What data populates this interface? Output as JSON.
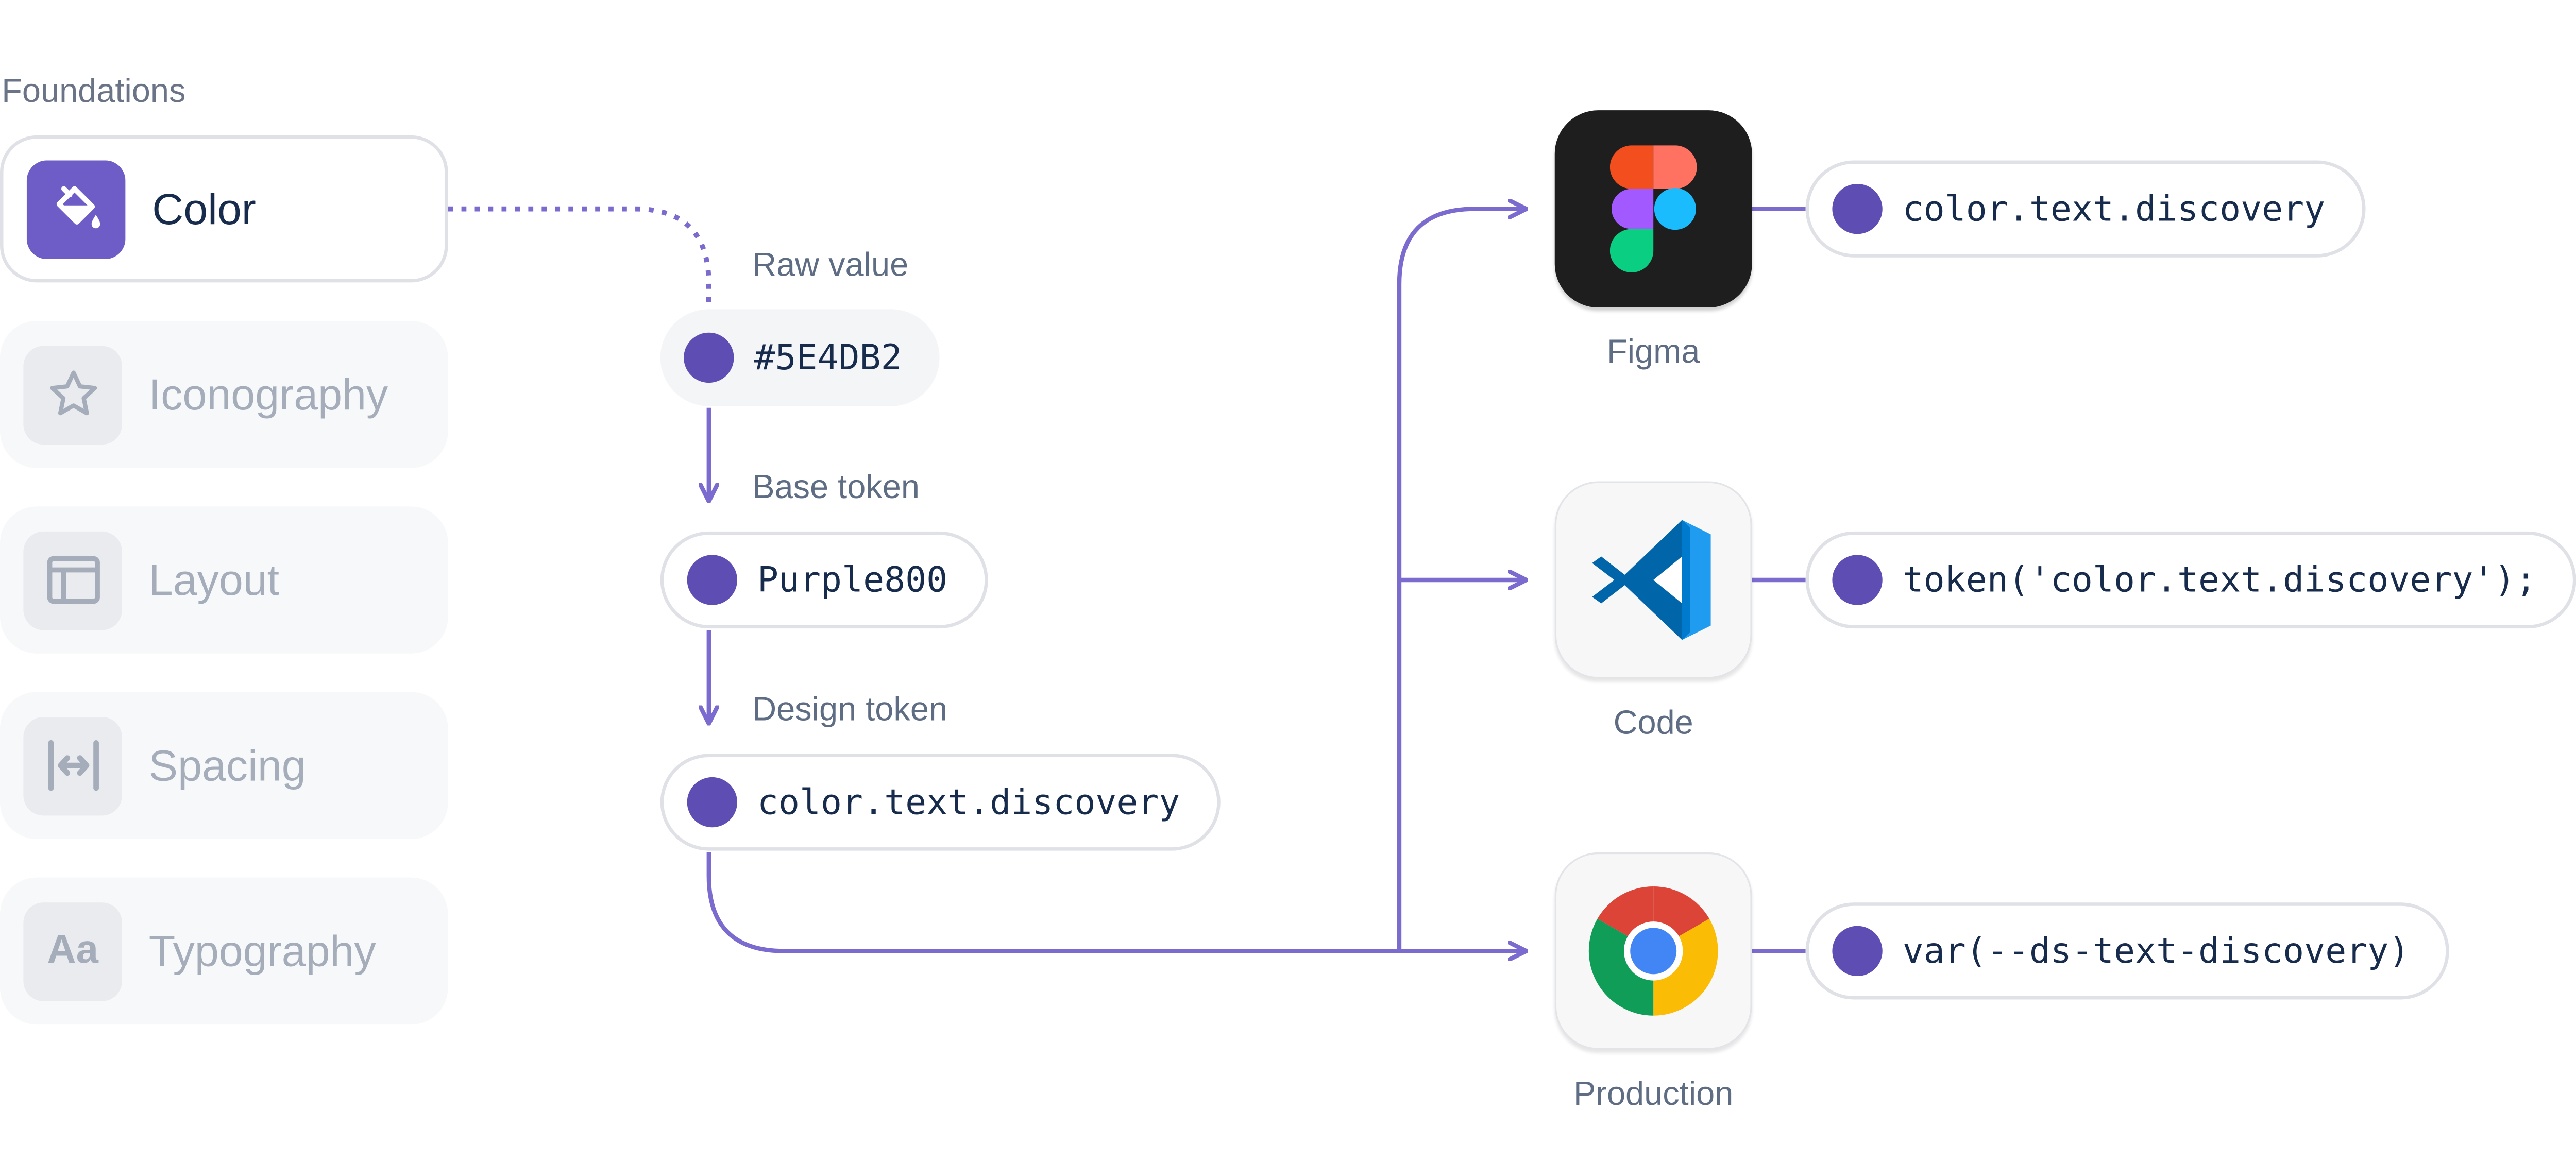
{
  "foundations": {
    "heading": "Foundations",
    "items": [
      {
        "label": "Color",
        "icon": "paint-bucket-icon",
        "active": true
      },
      {
        "label": "Iconography",
        "icon": "star-icon",
        "active": false
      },
      {
        "label": "Layout",
        "icon": "layout-icon",
        "active": false
      },
      {
        "label": "Spacing",
        "icon": "spacing-icon",
        "active": false
      },
      {
        "label": "Typography",
        "icon": "typography-icon",
        "active": false,
        "glyph": "Aa"
      }
    ]
  },
  "pipeline": {
    "raw": {
      "label": "Raw value",
      "value": "#5E4DB2"
    },
    "base": {
      "label": "Base token",
      "value": "Purple800"
    },
    "design": {
      "label": "Design token",
      "value": "color.text.discovery"
    }
  },
  "targets": [
    {
      "name": "Figma",
      "icon": "figma-icon",
      "token": "color.text.discovery"
    },
    {
      "name": "Code",
      "icon": "vscode-icon",
      "token": "token('color.text.discovery');"
    },
    {
      "name": "Production",
      "icon": "chrome-icon",
      "token": "var(--ds-text-discovery)"
    }
  ],
  "colors": {
    "accent": "#5E4DB2",
    "connector": "#7B6BCF",
    "icon_active_bg": "#6E5DC6"
  }
}
